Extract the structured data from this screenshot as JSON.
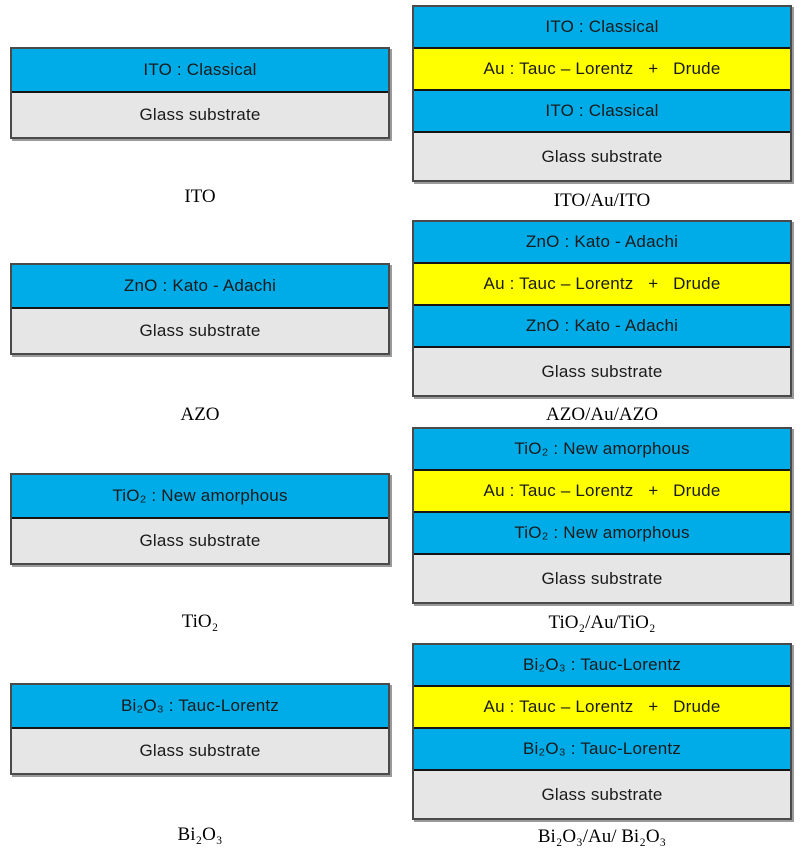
{
  "palette": {
    "page": "#ffffff",
    "film": "#00ace8",
    "metal": "#ffff00",
    "substrate": "#e6e6e6",
    "stroke": "#4a4a4a",
    "divider": "#141414",
    "shadow": "#9a9a9a",
    "label": "#1a1a1a",
    "caption": "#000000"
  },
  "stacks": [
    {
      "caption": "ITO",
      "layers": [
        {
          "label": "ITO : Classical"
        },
        {
          "label": "Glass substrate"
        }
      ]
    },
    {
      "caption": "ITO/Au/ITO",
      "layers": [
        {
          "label": "ITO : Classical"
        },
        {
          "label": "Au : Tauc – Lorentz   +   Drude"
        },
        {
          "label": "ITO : Classical"
        },
        {
          "label": "Glass substrate"
        }
      ]
    },
    {
      "caption": "AZO",
      "layers": [
        {
          "label": "ZnO : Kato - Adachi"
        },
        {
          "label": "Glass substrate"
        }
      ]
    },
    {
      "caption": "AZO/Au/AZO",
      "layers": [
        {
          "label": "ZnO : Kato - Adachi"
        },
        {
          "label": "Au : Tauc – Lorentz   +   Drude"
        },
        {
          "label": "ZnO : Kato - Adachi"
        },
        {
          "label": "Glass substrate"
        }
      ]
    },
    {
      "caption": "TiO₂",
      "layers": [
        {
          "label": "TiO₂ : New amorphous"
        },
        {
          "label": "Glass substrate"
        }
      ]
    },
    {
      "caption": "TiO₂/Au/TiO₂",
      "layers": [
        {
          "label": "TiO₂ : New amorphous"
        },
        {
          "label": "Au : Tauc – Lorentz   +   Drude"
        },
        {
          "label": "TiO₂ : New amorphous"
        },
        {
          "label": "Glass substrate"
        }
      ]
    },
    {
      "caption": "Bi₂O₃",
      "layers": [
        {
          "label": "Bi₂O₃ : Tauc-Lorentz"
        },
        {
          "label": "Glass substrate"
        }
      ]
    },
    {
      "caption": "Bi₂O₃/Au/ Bi₂O₃",
      "layers": [
        {
          "label": "Bi₂O₃ : Tauc-Lorentz"
        },
        {
          "label": "Au : Tauc – Lorentz   +   Drude"
        },
        {
          "label": "Bi₂O₃ : Tauc-Lorentz"
        },
        {
          "label": "Glass substrate"
        }
      ]
    }
  ]
}
